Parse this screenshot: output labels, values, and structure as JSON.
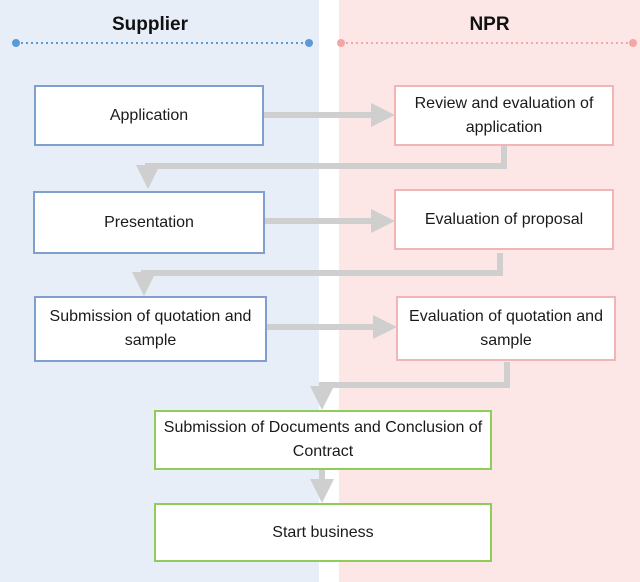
{
  "lanes": {
    "supplier": "Supplier",
    "npr": "NPR"
  },
  "steps": {
    "application": "Application",
    "review": "Review and evaluation of application",
    "presentation": "Presentation",
    "evaluation_proposal": "Evaluation of proposal",
    "submission_quotation": "Submission of quotation and sample",
    "evaluation_quotation": "Evaluation of quotation and sample",
    "submission_documents": "Submission of Documents and Conclusion of Contract",
    "start_business": "Start business"
  },
  "colors": {
    "supplier_lane": "#e8eef7",
    "npr_lane": "#fde6e6",
    "supplier_box_border": "#7f9fcf",
    "npr_box_border": "#f2b4b4",
    "final_box_border": "#8fcc5a",
    "arrow": "#cfcfcf",
    "supplier_divider": "#5b9bd5",
    "npr_divider": "#f4a6a6"
  }
}
